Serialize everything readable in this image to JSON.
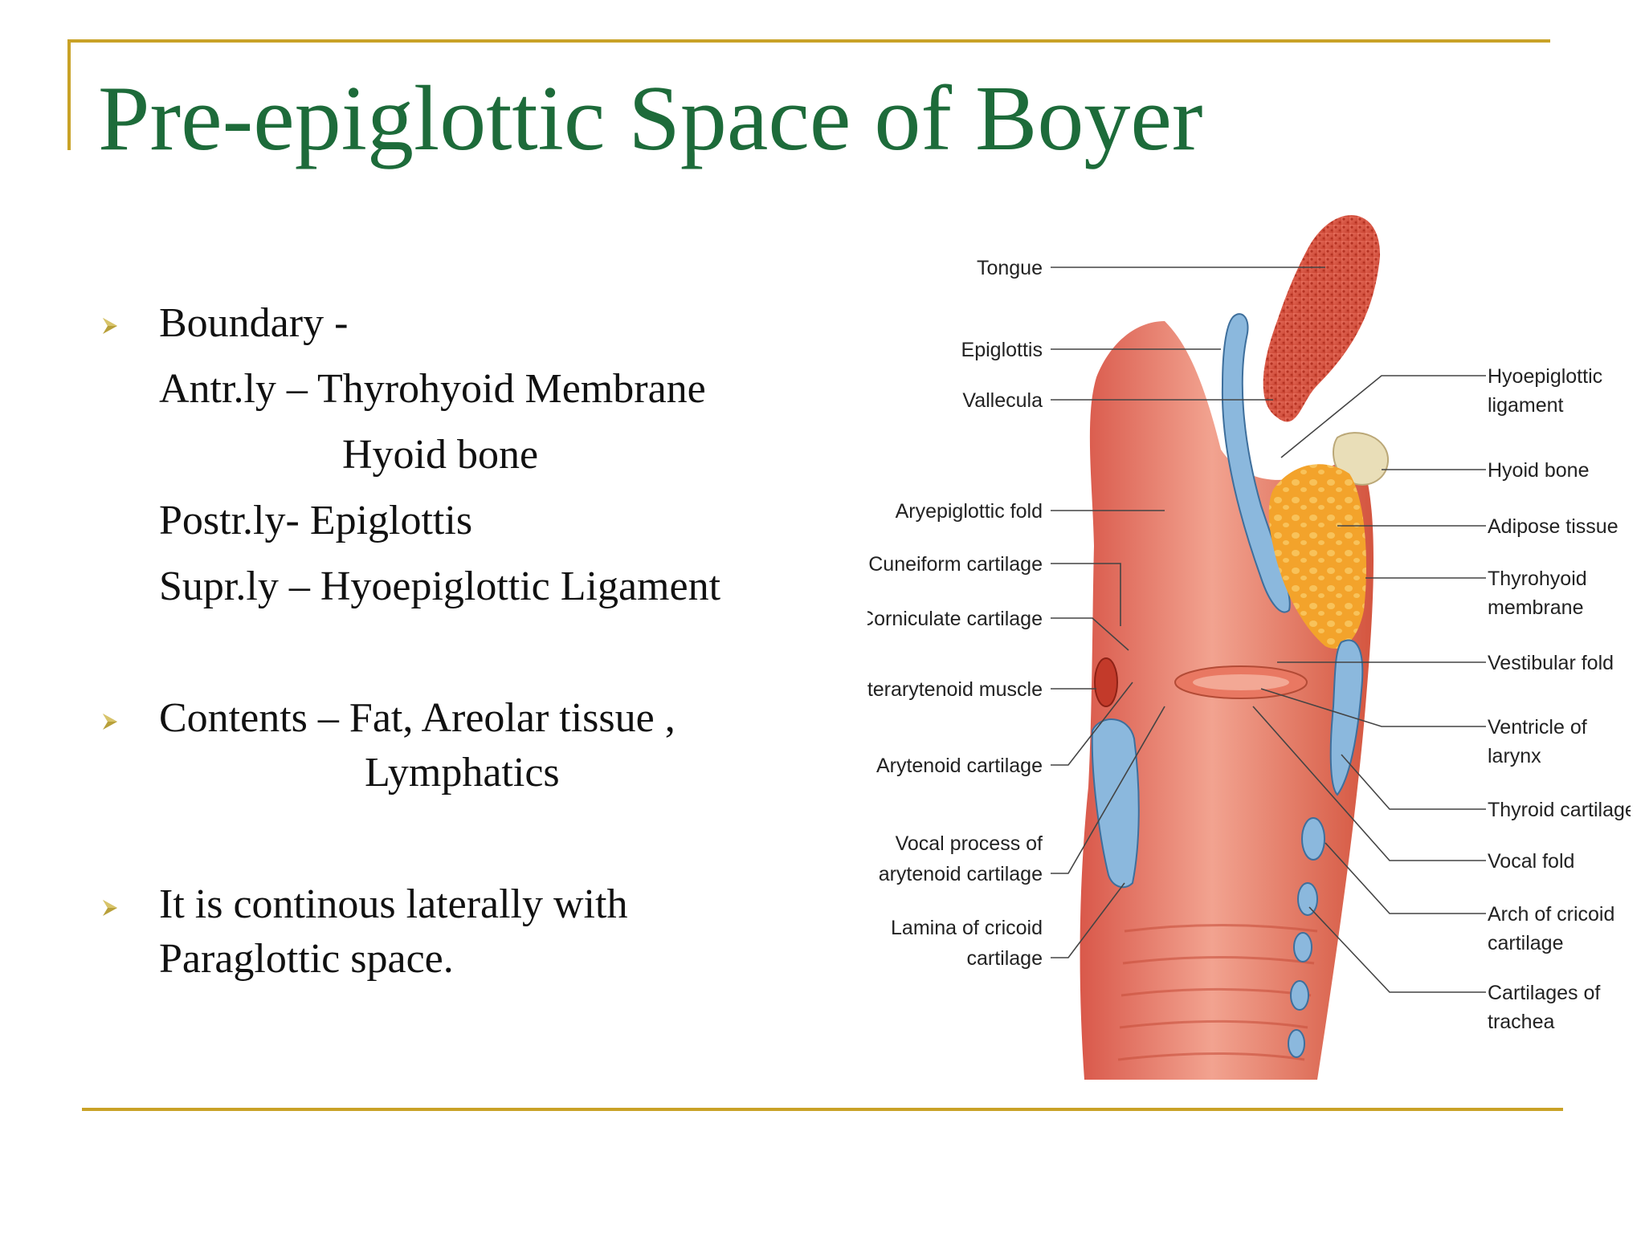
{
  "slide": {
    "title": "Pre-epiglottic Space of Boyer",
    "bullets": [
      {
        "lines": [
          "Boundary -",
          "Antr.ly – Thyrohyoid Membrane",
          "Hyoid bone",
          "Postr.ly- Epiglottis",
          "Supr.ly – Hyoepiglottic Ligament"
        ]
      },
      {
        "lines": [
          "Contents – Fat, Areolar tissue ,",
          "Lymphatics"
        ]
      },
      {
        "lines": [
          "It is continous laterally with",
          "Paraglottic space."
        ]
      }
    ],
    "accent_color": "#C9A227",
    "title_color": "#1D6B3A",
    "bullet_icon": "arrow-bullet-icon"
  },
  "diagram": {
    "left_labels": {
      "tongue": "Tongue",
      "epiglottis": "Epiglottis",
      "vallecula": "Vallecula",
      "aryepiglottic_fold": "Aryepiglottic fold",
      "cuneiform_cartilage": "Cuneiform cartilage",
      "corniculate_cartilage": "Corniculate cartilage",
      "interarytenoid_muscle": "Interarytenoid muscle",
      "arytenoid_cartilage": "Arytenoid cartilage",
      "vocal_process_1": "Vocal process of",
      "vocal_process_2": "arytenoid cartilage",
      "lamina_cricoid_1": "Lamina of cricoid",
      "lamina_cricoid_2": "cartilage"
    },
    "right_labels": {
      "hyoepiglottic_1": "Hyoepiglottic",
      "hyoepiglottic_2": "ligament",
      "hyoid_bone": "Hyoid bone",
      "adipose_tissue": "Adipose tissue",
      "thyrohyoid_1": "Thyrohyoid",
      "thyrohyoid_2": "membrane",
      "vestibular_fold": "Vestibular fold",
      "ventricle_1": "Ventricle of",
      "ventricle_2": "larynx",
      "thyroid_cartilage": "Thyroid cartilage",
      "vocal_fold": "Vocal fold",
      "arch_cricoid_1": "Arch of cricoid",
      "arch_cricoid_2": "cartilage",
      "trachea_cartilages_1": "Cartilages of",
      "trachea_cartilages_2": "trachea"
    }
  }
}
